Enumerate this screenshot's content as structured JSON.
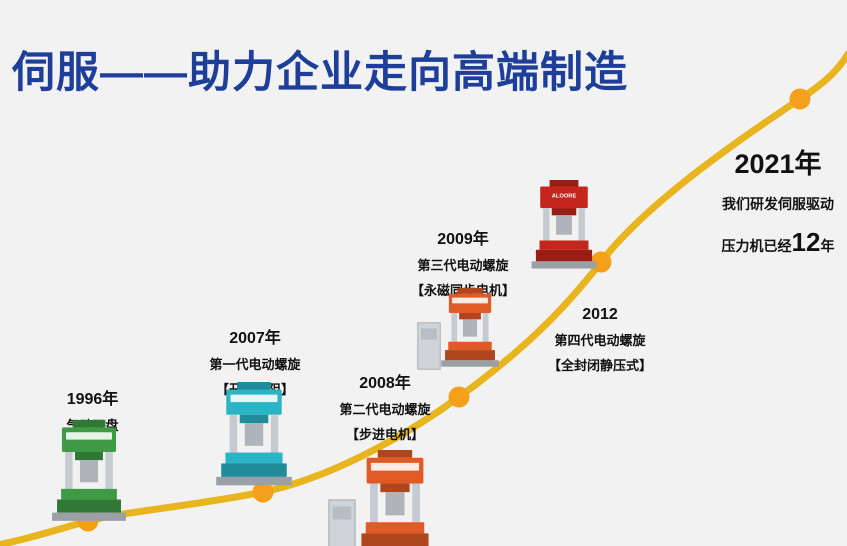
{
  "page": {
    "title": "伺服——助力企业走向高端制造",
    "title_color": "#1d3e99",
    "background": "#f2f2f2",
    "curve_color": "#e9b51e",
    "dot_color": "#f5a01b"
  },
  "milestones": [
    {
      "year": "1996年",
      "line1": "气动双盘",
      "machine_color": "#3f9a46"
    },
    {
      "year": "2007年",
      "line1": "第一代电动螺旋",
      "line2": "【开关磁阻】",
      "machine_color": "#2ab4c6"
    },
    {
      "year": "2008年",
      "line1": "第二代电动螺旋",
      "line2": "【步进电机】",
      "machine_color": "#e05a26"
    },
    {
      "year": "2009年",
      "line1": "第三代电动螺旋",
      "line2": "【永磁同步电机】",
      "machine_color": "#e05a26"
    },
    {
      "year": "2012",
      "line1": "第四代电动螺旋",
      "line2": "【全封闭静压式】",
      "machine_color": "#c4251c",
      "machine_label": "ALOORE"
    },
    {
      "year": "2021年",
      "line1": "我们研发伺服驱动",
      "line2_prefix": "压力机已经",
      "line2_number": "12",
      "line2_suffix": "年"
    }
  ]
}
